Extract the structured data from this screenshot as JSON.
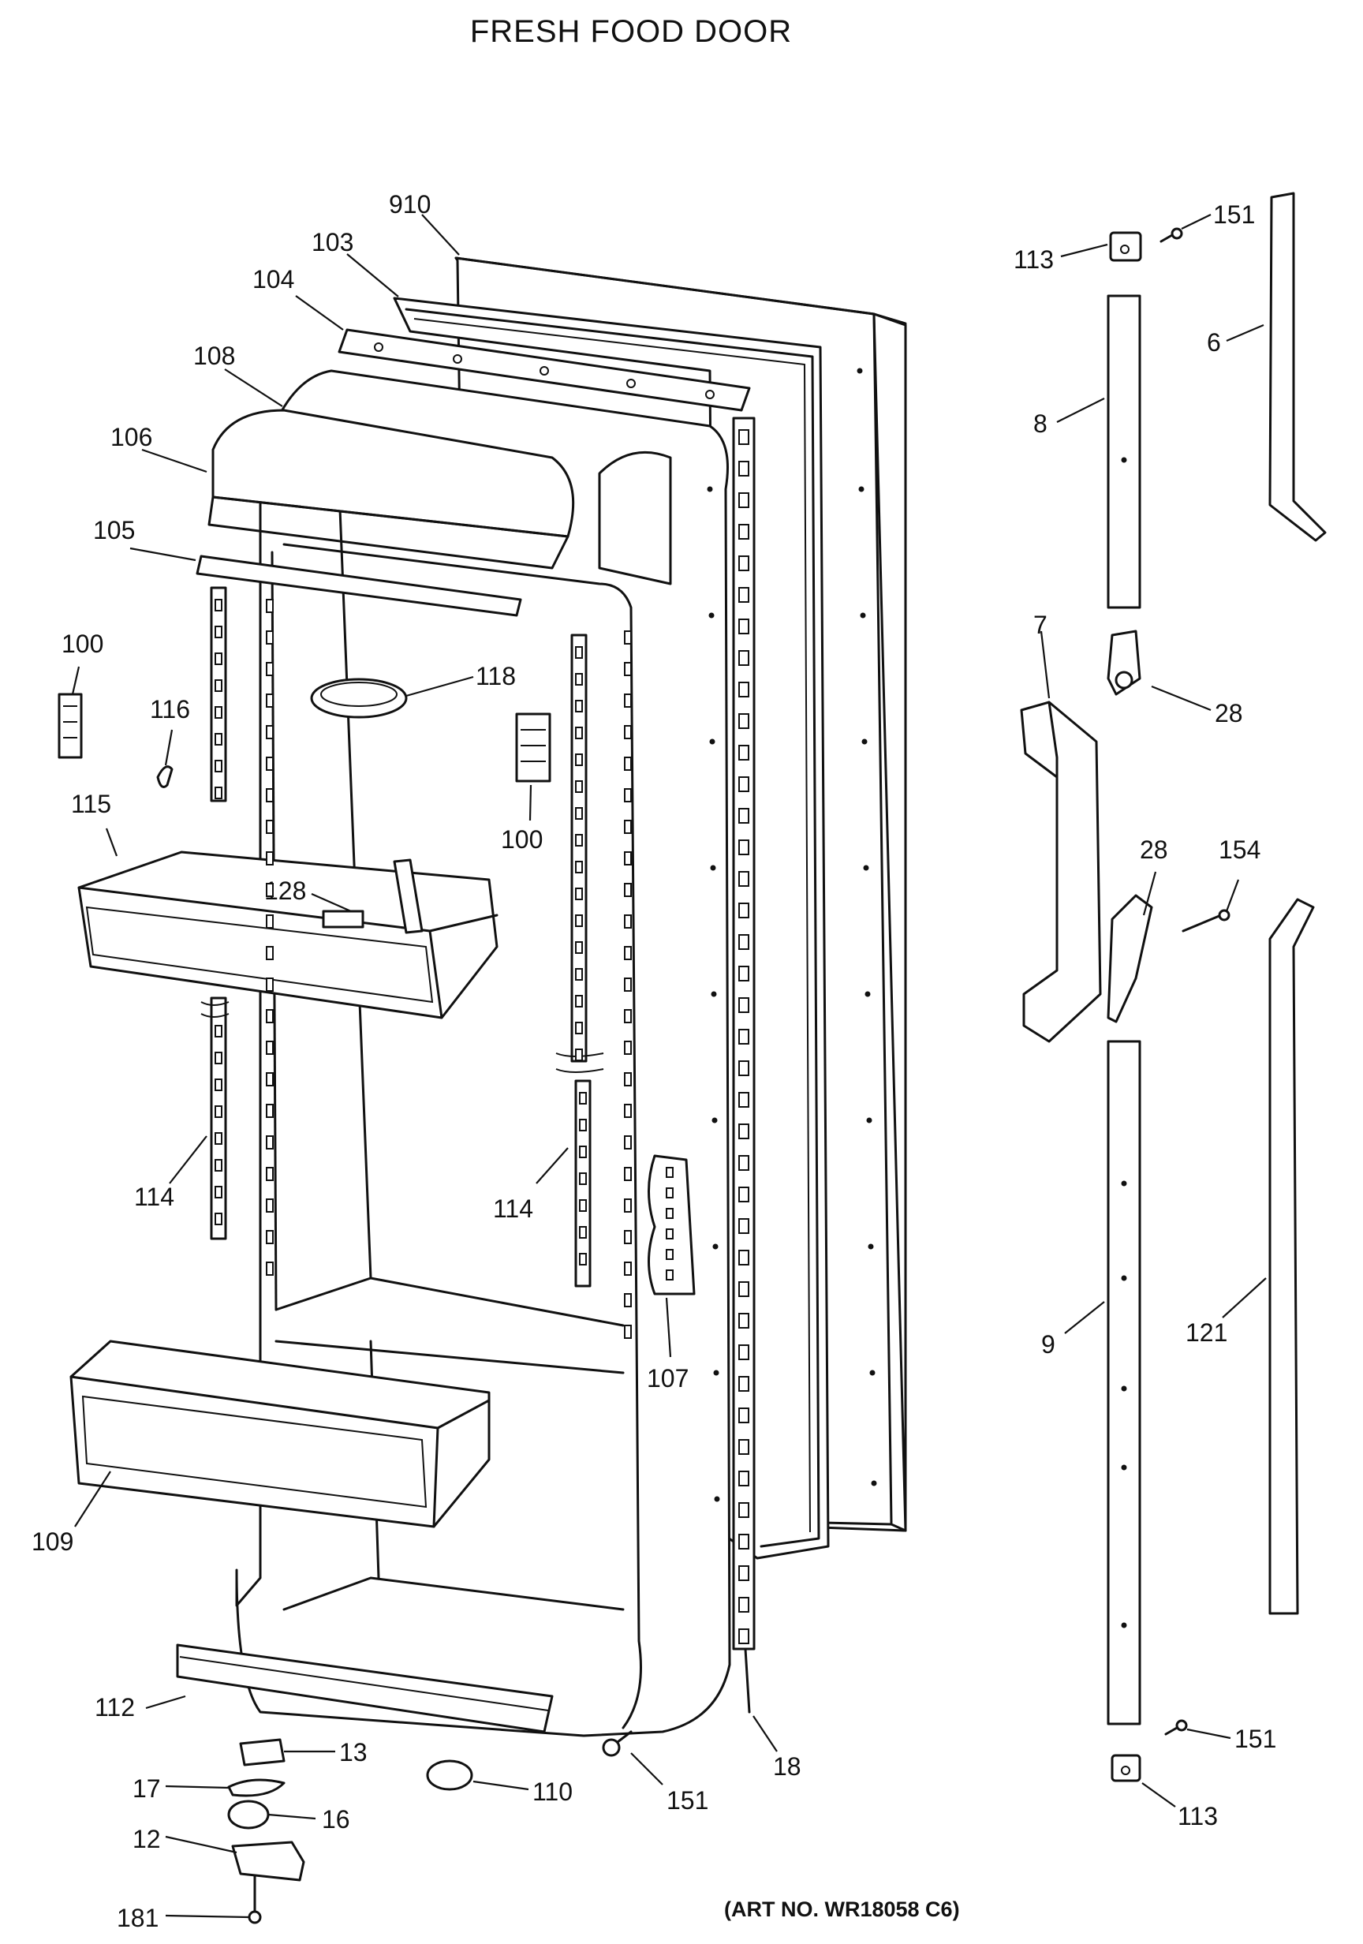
{
  "title": "FRESH FOOD DOOR",
  "art_number": "(ART NO. WR18058 C6)",
  "parts": [
    {
      "id": "p910",
      "label": "910"
    },
    {
      "id": "p103",
      "label": "103"
    },
    {
      "id": "p104",
      "label": "104"
    },
    {
      "id": "p108",
      "label": "108"
    },
    {
      "id": "p106",
      "label": "106"
    },
    {
      "id": "p105",
      "label": "105"
    },
    {
      "id": "p100a",
      "label": "100"
    },
    {
      "id": "p116",
      "label": "116"
    },
    {
      "id": "p118",
      "label": "118"
    },
    {
      "id": "p100b",
      "label": "100"
    },
    {
      "id": "p115",
      "label": "115"
    },
    {
      "id": "p128",
      "label": "128"
    },
    {
      "id": "p114a",
      "label": "114"
    },
    {
      "id": "p114b",
      "label": "114"
    },
    {
      "id": "p107",
      "label": "107"
    },
    {
      "id": "p109",
      "label": "109"
    },
    {
      "id": "p112",
      "label": "112"
    },
    {
      "id": "p13",
      "label": "13"
    },
    {
      "id": "p17",
      "label": "17"
    },
    {
      "id": "p16",
      "label": "16"
    },
    {
      "id": "p12",
      "label": "12"
    },
    {
      "id": "p181",
      "label": "181"
    },
    {
      "id": "p110",
      "label": "110"
    },
    {
      "id": "p151a",
      "label": "151"
    },
    {
      "id": "p18",
      "label": "18"
    },
    {
      "id": "p113a",
      "label": "113"
    },
    {
      "id": "p151b",
      "label": "151"
    },
    {
      "id": "p6",
      "label": "6"
    },
    {
      "id": "p8",
      "label": "8"
    },
    {
      "id": "p7",
      "label": "7"
    },
    {
      "id": "p28a",
      "label": "28"
    },
    {
      "id": "p28b",
      "label": "28"
    },
    {
      "id": "p154",
      "label": "154"
    },
    {
      "id": "p9",
      "label": "9"
    },
    {
      "id": "p121",
      "label": "121"
    },
    {
      "id": "p151c",
      "label": "151"
    },
    {
      "id": "p113b",
      "label": "113"
    }
  ]
}
